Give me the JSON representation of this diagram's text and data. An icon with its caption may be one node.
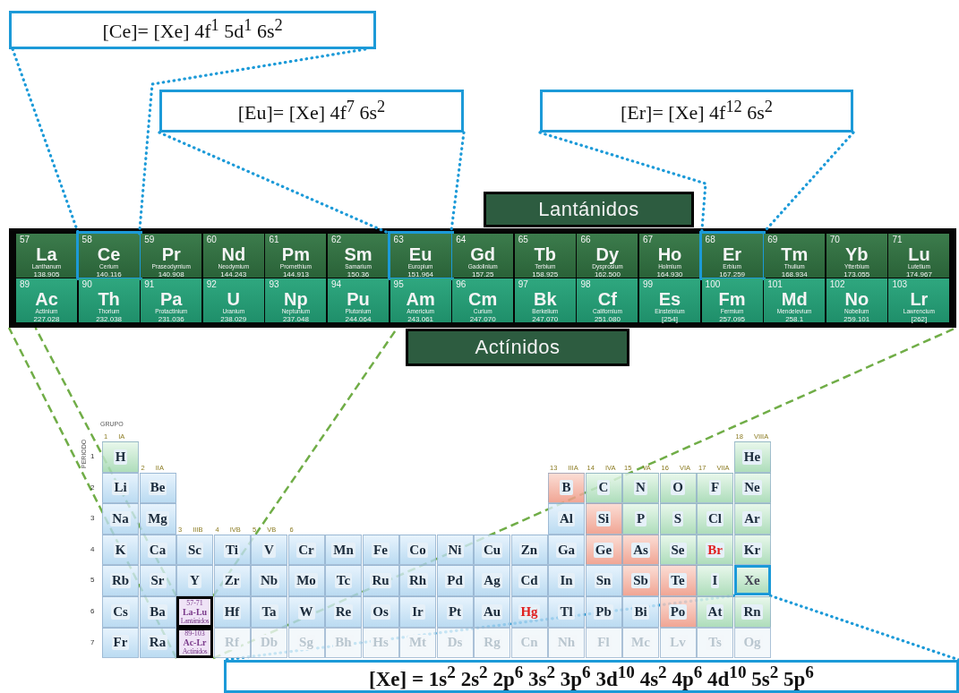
{
  "diagram": {
    "nodes": [
      {
        "text": [
          "[Ce]= [Xe] 4f$^{1}$ 5d$^{1}$ 6s$^{2}$"
        ]
      },
      {
        "text": [
          "[Eu]= [Xe] 4f$^{7}$ 6s$^{2}$"
        ]
      },
      {
        "text": [
          "[Er]= [Xe] 4f$^{12}$ 6s$^{2}$"
        ]
      },
      {
        "text": [
          "Lantánidos"
        ]
      },
      {
        "text": [],
        "shape": "box"
      },
      {
        "text": [
          "57",
          "La",
          "Lanthanum",
          "138.905"
        ],
        "in": 4
      },
      {
        "text": [
          "58",
          "Ce",
          "Cerium",
          "140.116"
        ],
        "in": 4
      },
      {
        "text": [
          "59",
          "Pr",
          "Praseodymium",
          "140.908"
        ],
        "in": 4
      },
      {
        "text": [
          "60",
          "Nd",
          "Neodymium",
          "144.243"
        ],
        "in": 4
      },
      {
        "text": [
          "61",
          "Pm",
          "Promethium",
          "144.913"
        ],
        "in": 4
      },
      {
        "text": [
          "62",
          "Sm",
          "Samarium",
          "150.36"
        ],
        "in": 4
      },
      {
        "text": [
          "63",
          "Eu",
          "Europium",
          "151.964"
        ],
        "in": 4
      },
      {
        "text": [
          "64",
          "Gd",
          "Gadolinium",
          "157.25"
        ],
        "in": 4
      },
      {
        "text": [
          "65",
          "Tb",
          "Terbium",
          "158.925"
        ],
        "in": 4
      },
      {
        "text": [
          "66",
          "Dy",
          "Dysprosium",
          "162.500"
        ],
        "in": 4
      },
      {
        "text": [
          "67",
          "Ho",
          "Holmium",
          "164.930"
        ],
        "in": 4
      },
      {
        "text": [
          "68",
          "Er",
          "Erbium",
          "167.259"
        ],
        "in": 4
      },
      {
        "text": [
          "69",
          "Tm",
          "Thulium",
          "168.934"
        ],
        "in": 4
      },
      {
        "text": [
          "70",
          "Yb",
          "Ytterbium",
          "173.055"
        ],
        "in": 4
      },
      {
        "text": [
          "71",
          "Lu",
          "Lutetium",
          "174.967"
        ],
        "in": 4
      },
      {
        "text": [
          "89",
          "Ac",
          "Actinium",
          "227.028"
        ],
        "in": 4
      },
      {
        "text": [
          "90",
          "Th",
          "Thorium",
          "232.038"
        ],
        "in": 4
      },
      {
        "text": [
          "91",
          "Pa",
          "Protactinium",
          "231.036"
        ],
        "in": 4
      },
      {
        "text": [
          "92",
          "U",
          "Uranium",
          "238.029"
        ],
        "in": 4
      },
      {
        "text": [
          "93",
          "Np",
          "Neptunium",
          "237.048"
        ],
        "in": 4
      },
      {
        "text": [
          "94",
          "Pu",
          "Plutonium",
          "244.064"
        ],
        "in": 4
      },
      {
        "text": [
          "95",
          "Am",
          "Americium",
          "243.061"
        ],
        "in": 4
      },
      {
        "text": [
          "96",
          "Cm",
          "Curium",
          "247.070"
        ],
        "in": 4
      },
      {
        "text": [
          "97",
          "Bk",
          "Berkelium",
          "247.070"
        ],
        "in": 4
      },
      {
        "text": [
          "98",
          "Cf",
          "Californium",
          "251.080"
        ],
        "in": 4
      },
      {
        "text": [
          "99",
          "Es",
          "Einsteinium",
          "[254]"
        ],
        "in": 4
      },
      {
        "text": [
          "100",
          "Fm",
          "Fermium",
          "257.095"
        ],
        "in": 4
      },
      {
        "text": [
          "101",
          "Md",
          "Mendelevium",
          "258.1"
        ],
        "in": 4
      },
      {
        "text": [
          "102",
          "No",
          "Nobelium",
          "259.101"
        ],
        "in": 4
      },
      {
        "text": [
          "103",
          "Lr",
          "Lawrencium",
          "[262]"
        ],
        "in": 4
      },
      {
        "text": [
          "Actínidos"
        ]
      },
      {
        "text": [
          "57-71",
          "La-Lu",
          "Lantánidos"
        ]
      },
      {
        "text": [
          "89-103",
          "Ac-Lr",
          "Actínidos"
        ]
      },
      {
        "text": [
          "Xe"
        ]
      },
      {
        "text": [
          "[Xe] = 1s$^{2}$ 2s$^{2}$ 2p$^{6}$ 3s$^{2}$ 3p$^{6}$ 3d$^{10}$ 4s$^{2}$ 4p$^{6}$ 4d$^{10}$ 5s$^{2}$ 5p$^{6}$"
        ]
      }
    ],
    "edges": [
      {
        "from": 0,
        "to": 6,
        "arrow": "none"
      },
      {
        "from": 0,
        "to": 6,
        "arrow": "none"
      },
      {
        "from": 1,
        "to": 11,
        "arrow": "none"
      },
      {
        "from": 1,
        "to": 11,
        "arrow": "none"
      },
      {
        "from": 2,
        "to": 16,
        "arrow": "none"
      },
      {
        "from": 2,
        "to": 16,
        "arrow": "none"
      },
      {
        "from": 36,
        "to": 4,
        "arrow": "none",
        "style": "dashed",
        "color": "#70ad47"
      },
      {
        "from": 36,
        "to": 4,
        "arrow": "none",
        "style": "dashed",
        "color": "#70ad47"
      },
      {
        "from": 37,
        "to": 4,
        "arrow": "none",
        "style": "dashed",
        "color": "#70ad47"
      },
      {
        "from": 37,
        "to": 4,
        "arrow": "none",
        "style": "dashed",
        "color": "#70ad47"
      },
      {
        "from": 38,
        "to": 39,
        "arrow": "none"
      },
      {
        "from": 38,
        "to": 39,
        "arrow": "none"
      }
    ],
    "labels": [
      "GRUPO",
      "PERIODO",
      "1 IA",
      "2 IIA",
      "3 IIIB",
      "4 IVB",
      "5 VB",
      "6",
      "13 IIIA",
      "14 IVA",
      "15 VA",
      "16 VIA",
      "17 VIIA",
      "18 VIIIA",
      "1",
      "2",
      "3",
      "4",
      "5",
      "6",
      "7",
      "H",
      "He",
      "Li",
      "Be",
      "B",
      "C",
      "N",
      "O",
      "F",
      "Ne",
      "Na",
      "Mg",
      "Al",
      "Si",
      "P",
      "S",
      "Cl",
      "Ar",
      "K",
      "Ca",
      "Sc",
      "Ti",
      "V",
      "Cr",
      "Mn",
      "Fe",
      "Co",
      "Ni",
      "Cu",
      "Zn",
      "Ga",
      "Ge",
      "As",
      "Se",
      "Br",
      "Kr",
      "Rb",
      "Sr",
      "Y",
      "Zr",
      "Nb",
      "Mo",
      "Tc",
      "Ru",
      "Rh",
      "Pd",
      "Ag",
      "Cd",
      "In",
      "Sn",
      "Sb",
      "Te",
      "I",
      "Cs",
      "Ba",
      "Hf",
      "Ta",
      "W",
      "Re",
      "Os",
      "Ir",
      "Pt",
      "Au",
      "Hg",
      "Tl",
      "Pb",
      "Bi",
      "Po",
      "At",
      "Rn",
      "Fr",
      "Ra",
      "Rf",
      "Db",
      "Sg",
      "Bh",
      "Hs",
      "Mt",
      "Ds",
      "Rg",
      "Cn",
      "Nh",
      "Fl",
      "Mc",
      "Lv",
      "Ts",
      "Og"
    ]
  }
}
